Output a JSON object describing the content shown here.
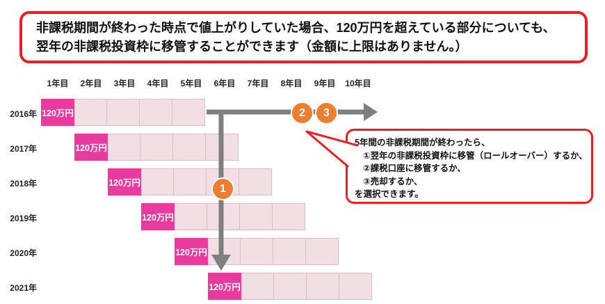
{
  "header_note": {
    "line1": "非課税期間が終わった時点で値上がりしていた場合、120万円を超えている部分についても、",
    "line2": "翌年の非課税投資枠に移管することができます（金額に上限はありません。）"
  },
  "timeline": {
    "column_headers": [
      "1年目",
      "2年目",
      "3年目",
      "4年目",
      "5年目",
      "6年目",
      "7年目",
      "8年目",
      "9年目",
      "10年目"
    ],
    "rows": [
      {
        "year": "2016年",
        "amount": "120万円"
      },
      {
        "year": "2017年",
        "amount": "120万円"
      },
      {
        "year": "2018年",
        "amount": "120万円"
      },
      {
        "year": "2019年",
        "amount": "120万円"
      },
      {
        "year": "2020年",
        "amount": "120万円"
      },
      {
        "year": "2021年",
        "amount": "120万円"
      }
    ]
  },
  "markers": {
    "step1": "1",
    "step2": "2",
    "step3": "3"
  },
  "callout": {
    "lines": [
      "5年間の非課税期間が終わったら、",
      "①翌年の非課税投資枠に移管（ロールオーバー）するか、",
      "②課税口座に移管するか、",
      "③売却するか、",
      "を選択できます。"
    ]
  },
  "colors": {
    "accent_red": "#ee1c23",
    "magenta": "#e93a9d",
    "light_pink": "#f2dfe3",
    "cell_border": "#d9bcc3",
    "arrow_gray": "#7f7f7f",
    "marker_orange": "#ed7d31"
  }
}
